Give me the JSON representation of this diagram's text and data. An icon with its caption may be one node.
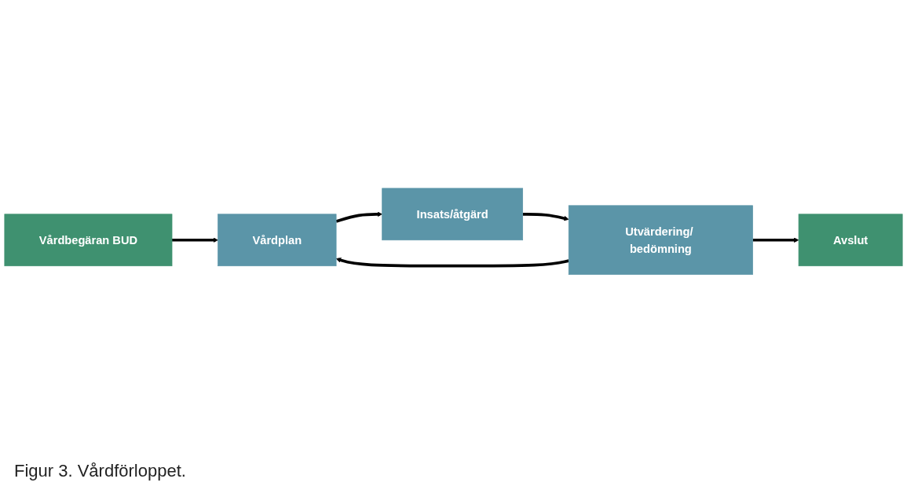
{
  "diagram": {
    "caption": "Figur 3. Vårdförloppet.",
    "nodes": [
      {
        "text": [
          "Vårdbegäran BUD"
        ]
      },
      {
        "text": [
          "Vårdplan"
        ]
      },
      {
        "text": [
          "Insats/åtgärd"
        ]
      },
      {
        "text": [
          "Utvärdering/ bedömning"
        ]
      },
      {
        "text": [
          "Avslut"
        ]
      }
    ],
    "edges": [
      {
        "from": 0,
        "to": 1,
        "arrow": "to"
      },
      {
        "from": 1,
        "to": 2,
        "arrow": "to"
      },
      {
        "from": 2,
        "to": 3,
        "arrow": "to"
      },
      {
        "from": 3,
        "to": 1,
        "arrow": "to"
      },
      {
        "from": 3,
        "to": 4,
        "arrow": "to"
      }
    ]
  }
}
